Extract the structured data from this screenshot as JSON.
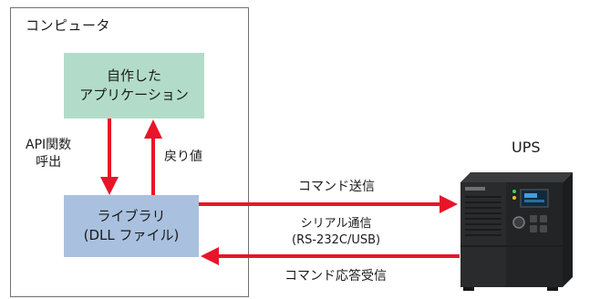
{
  "computer": {
    "label": "コンピュータ"
  },
  "app_node": {
    "line1": "自作した",
    "line2": "アプリケーション"
  },
  "library_node": {
    "line1": "ライブラリ",
    "line2": "(DLL ファイル)"
  },
  "edges": {
    "api_call": {
      "line1": "API関数",
      "line2": "呼出"
    },
    "return_value": {
      "label": "戻り値"
    },
    "command_send": {
      "label": "コマンド送信"
    },
    "serial_comm": {
      "line1": "シリアル通信",
      "line2": "(RS-232C/USB)"
    },
    "command_response": {
      "label": "コマンド応答受信"
    }
  },
  "ups": {
    "label": "UPS"
  },
  "colors": {
    "arrow": "#e8152a",
    "app_fill": "#b2dcc9",
    "library_fill": "#a9c1df",
    "frame": "#707070"
  }
}
